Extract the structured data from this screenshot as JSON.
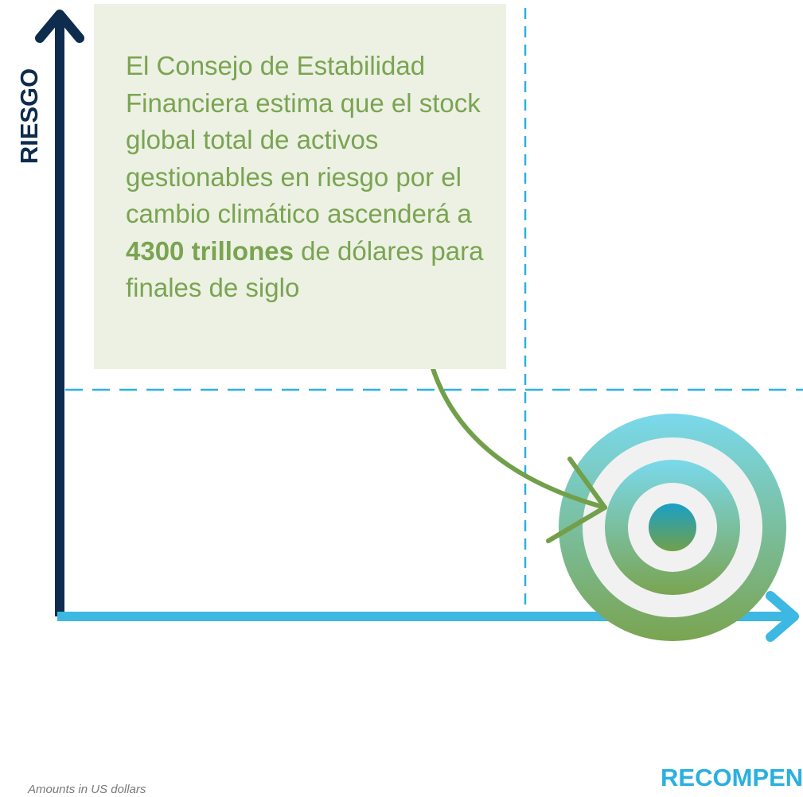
{
  "axes": {
    "y_label": "RIESGO",
    "x_label": "RECOMPENSA"
  },
  "callout": {
    "text_before": "El Consejo de Estabilidad Financiera estima que el stock global total de activos gestionables en riesgo por el cambio climático ascenderá a ",
    "text_bold": "4300 trillones",
    "text_after": " de dólares para finales de siglo"
  },
  "footnote": "Amounts in US dollars",
  "colors": {
    "y_axis": "#0d2c4e",
    "x_axis": "#3cb8e2",
    "grid_dashes": "#2fb0e0",
    "callout_background": "#ecf1e3",
    "callout_text": "#7aa451",
    "arrow": "#72a04a",
    "target_top": "#7ad9ec",
    "target_bottom": "#7aa451",
    "target_center_top": "#18a0c8",
    "target_center_bottom": "#72a04a",
    "target_ring_white": "#f1f1f1"
  },
  "icons": {
    "target": "target-icon",
    "arrow": "curved-arrow-icon"
  }
}
